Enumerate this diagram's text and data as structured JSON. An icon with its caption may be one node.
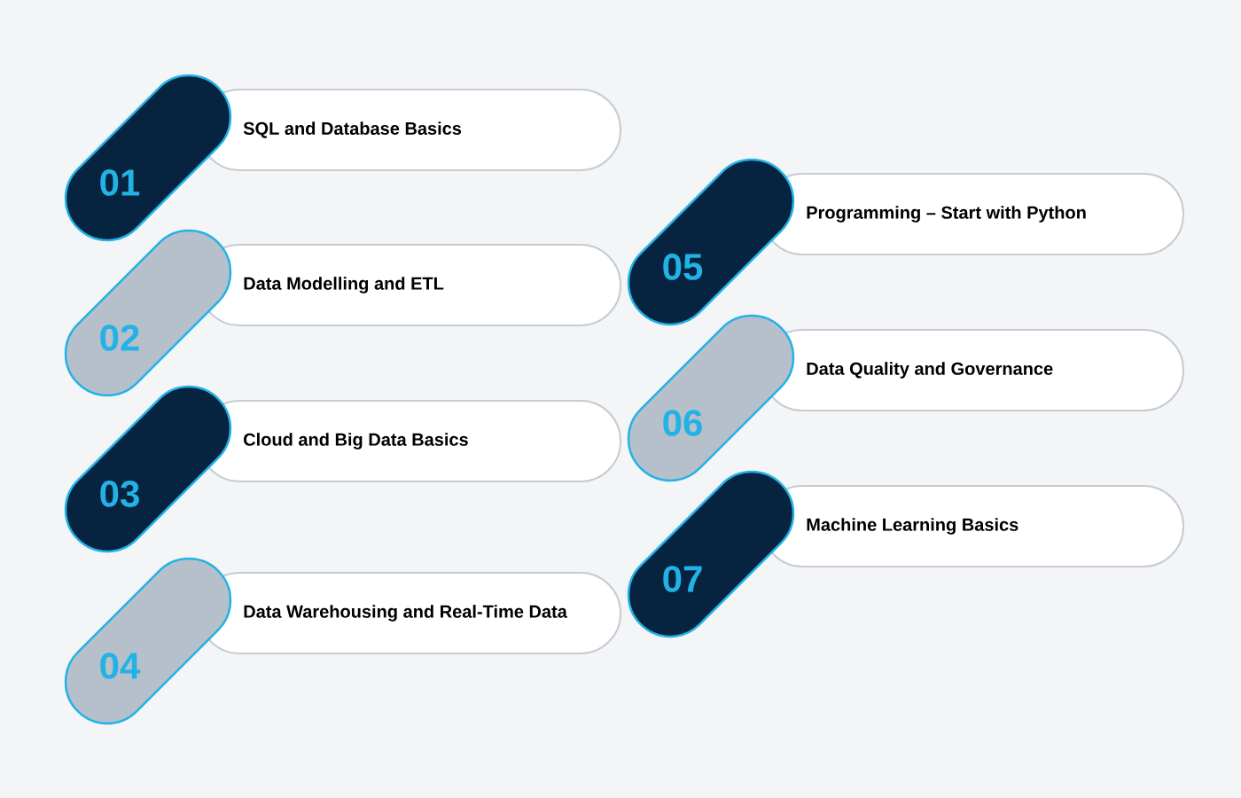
{
  "diagram": {
    "nodes": [
      {
        "text": [
          "01"
        ]
      },
      {
        "text": [
          "SQL and Database Basics"
        ]
      },
      {
        "text": [
          "02"
        ]
      },
      {
        "text": [
          "Data Modelling and ETL"
        ]
      },
      {
        "text": [
          "03"
        ]
      },
      {
        "text": [
          "Cloud and Big Data Basics"
        ]
      },
      {
        "text": [
          "04"
        ]
      },
      {
        "text": [
          "Data Warehousing and Real-Time Data"
        ]
      },
      {
        "text": [
          "05"
        ]
      },
      {
        "text": [
          "Programming – Start with Python"
        ]
      },
      {
        "text": [
          "06"
        ]
      },
      {
        "text": [
          "Data Quality and Governance"
        ]
      },
      {
        "text": [
          "07"
        ]
      },
      {
        "text": [
          "Machine Learning Basics"
        ]
      }
    ]
  }
}
